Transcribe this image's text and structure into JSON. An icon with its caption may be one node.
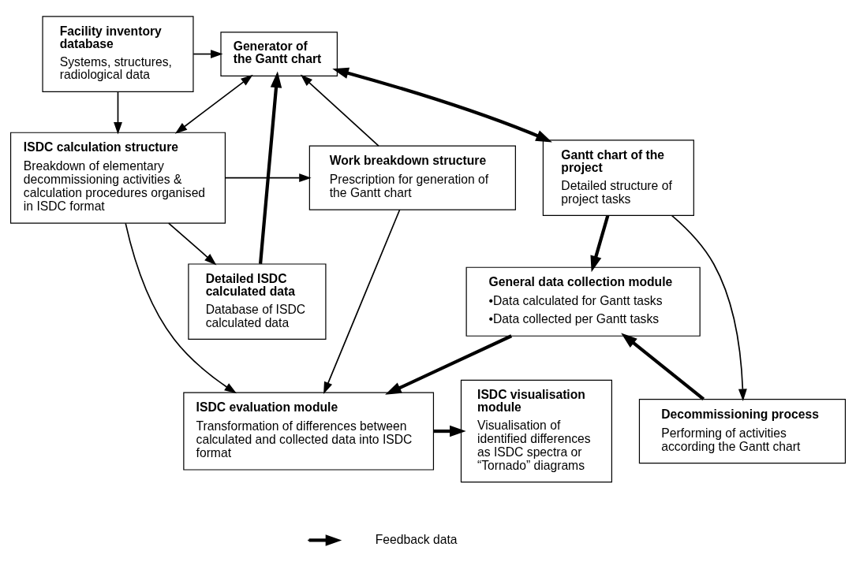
{
  "diagram": {
    "nodes": [
      {
        "text": [
          "Facility inventory database",
          "Systems, structures, radiological data"
        ]
      },
      {
        "text": [
          "Work breakdown structure",
          "Prescription for generation of the Gantt chart"
        ]
      },
      {
        "text": [
          "Generator of the Gantt chart"
        ]
      },
      {
        "text": [
          "Gantt chart of the project",
          "Detailed structure of project tasks"
        ]
      },
      {
        "text": [
          "ISDC calculation structure",
          "Breakdown of elementary decommissioning activities & calculation procedures organised in ISDC format"
        ]
      },
      {
        "text": [
          "Detailed ISDC calculated data",
          "Database of ISDC calculated data"
        ]
      },
      {
        "text": [
          "General data collection module",
          "•Data calculated for Gantt tasks",
          "•Data collected per Gantt tasks"
        ]
      },
      {
        "text": [
          "ISDC visualisation module",
          "Visualisation of identified differences as ISDC spectra or “Tornado” diagrams"
        ]
      },
      {
        "text": [
          "ISDC evaluation module",
          "Transformation of differences between calculated and collected data into ISDC format"
        ]
      },
      {
        "text": [
          "Decommissioning process",
          "Performing of activities according the Gantt chart"
        ]
      }
    ],
    "edges": [
      {
        "from": 0,
        "to": 2,
        "arrow": "to"
      },
      {
        "from": 1,
        "to": 2,
        "arrow": "to"
      },
      {
        "from": 0,
        "to": 4,
        "arrow": "to"
      },
      {
        "from": 4,
        "to": 1,
        "arrow": "to"
      },
      {
        "from": 2,
        "to": 4,
        "arrow": "both"
      },
      {
        "from": 4,
        "to": 5,
        "arrow": "to"
      },
      {
        "from": 5,
        "to": 2,
        "arrow": "to",
        "style": "thick"
      },
      {
        "from": 2,
        "to": 3,
        "arrow": "both",
        "style": "thick"
      },
      {
        "from": 1,
        "to": 8,
        "arrow": "to"
      },
      {
        "from": 4,
        "to": 8,
        "arrow": "to"
      },
      {
        "from": 3,
        "to": 6,
        "arrow": "to",
        "style": "thick"
      },
      {
        "from": 3,
        "to": 9,
        "arrow": "to"
      },
      {
        "from": 6,
        "to": 8,
        "arrow": "to",
        "style": "thick"
      },
      {
        "from": 9,
        "to": 6,
        "arrow": "to",
        "style": "thick"
      },
      {
        "from": 8,
        "to": 7,
        "arrow": "to",
        "style": "thick"
      }
    ],
    "legend": [
      {
        "text": "Feedback data"
      }
    ]
  }
}
